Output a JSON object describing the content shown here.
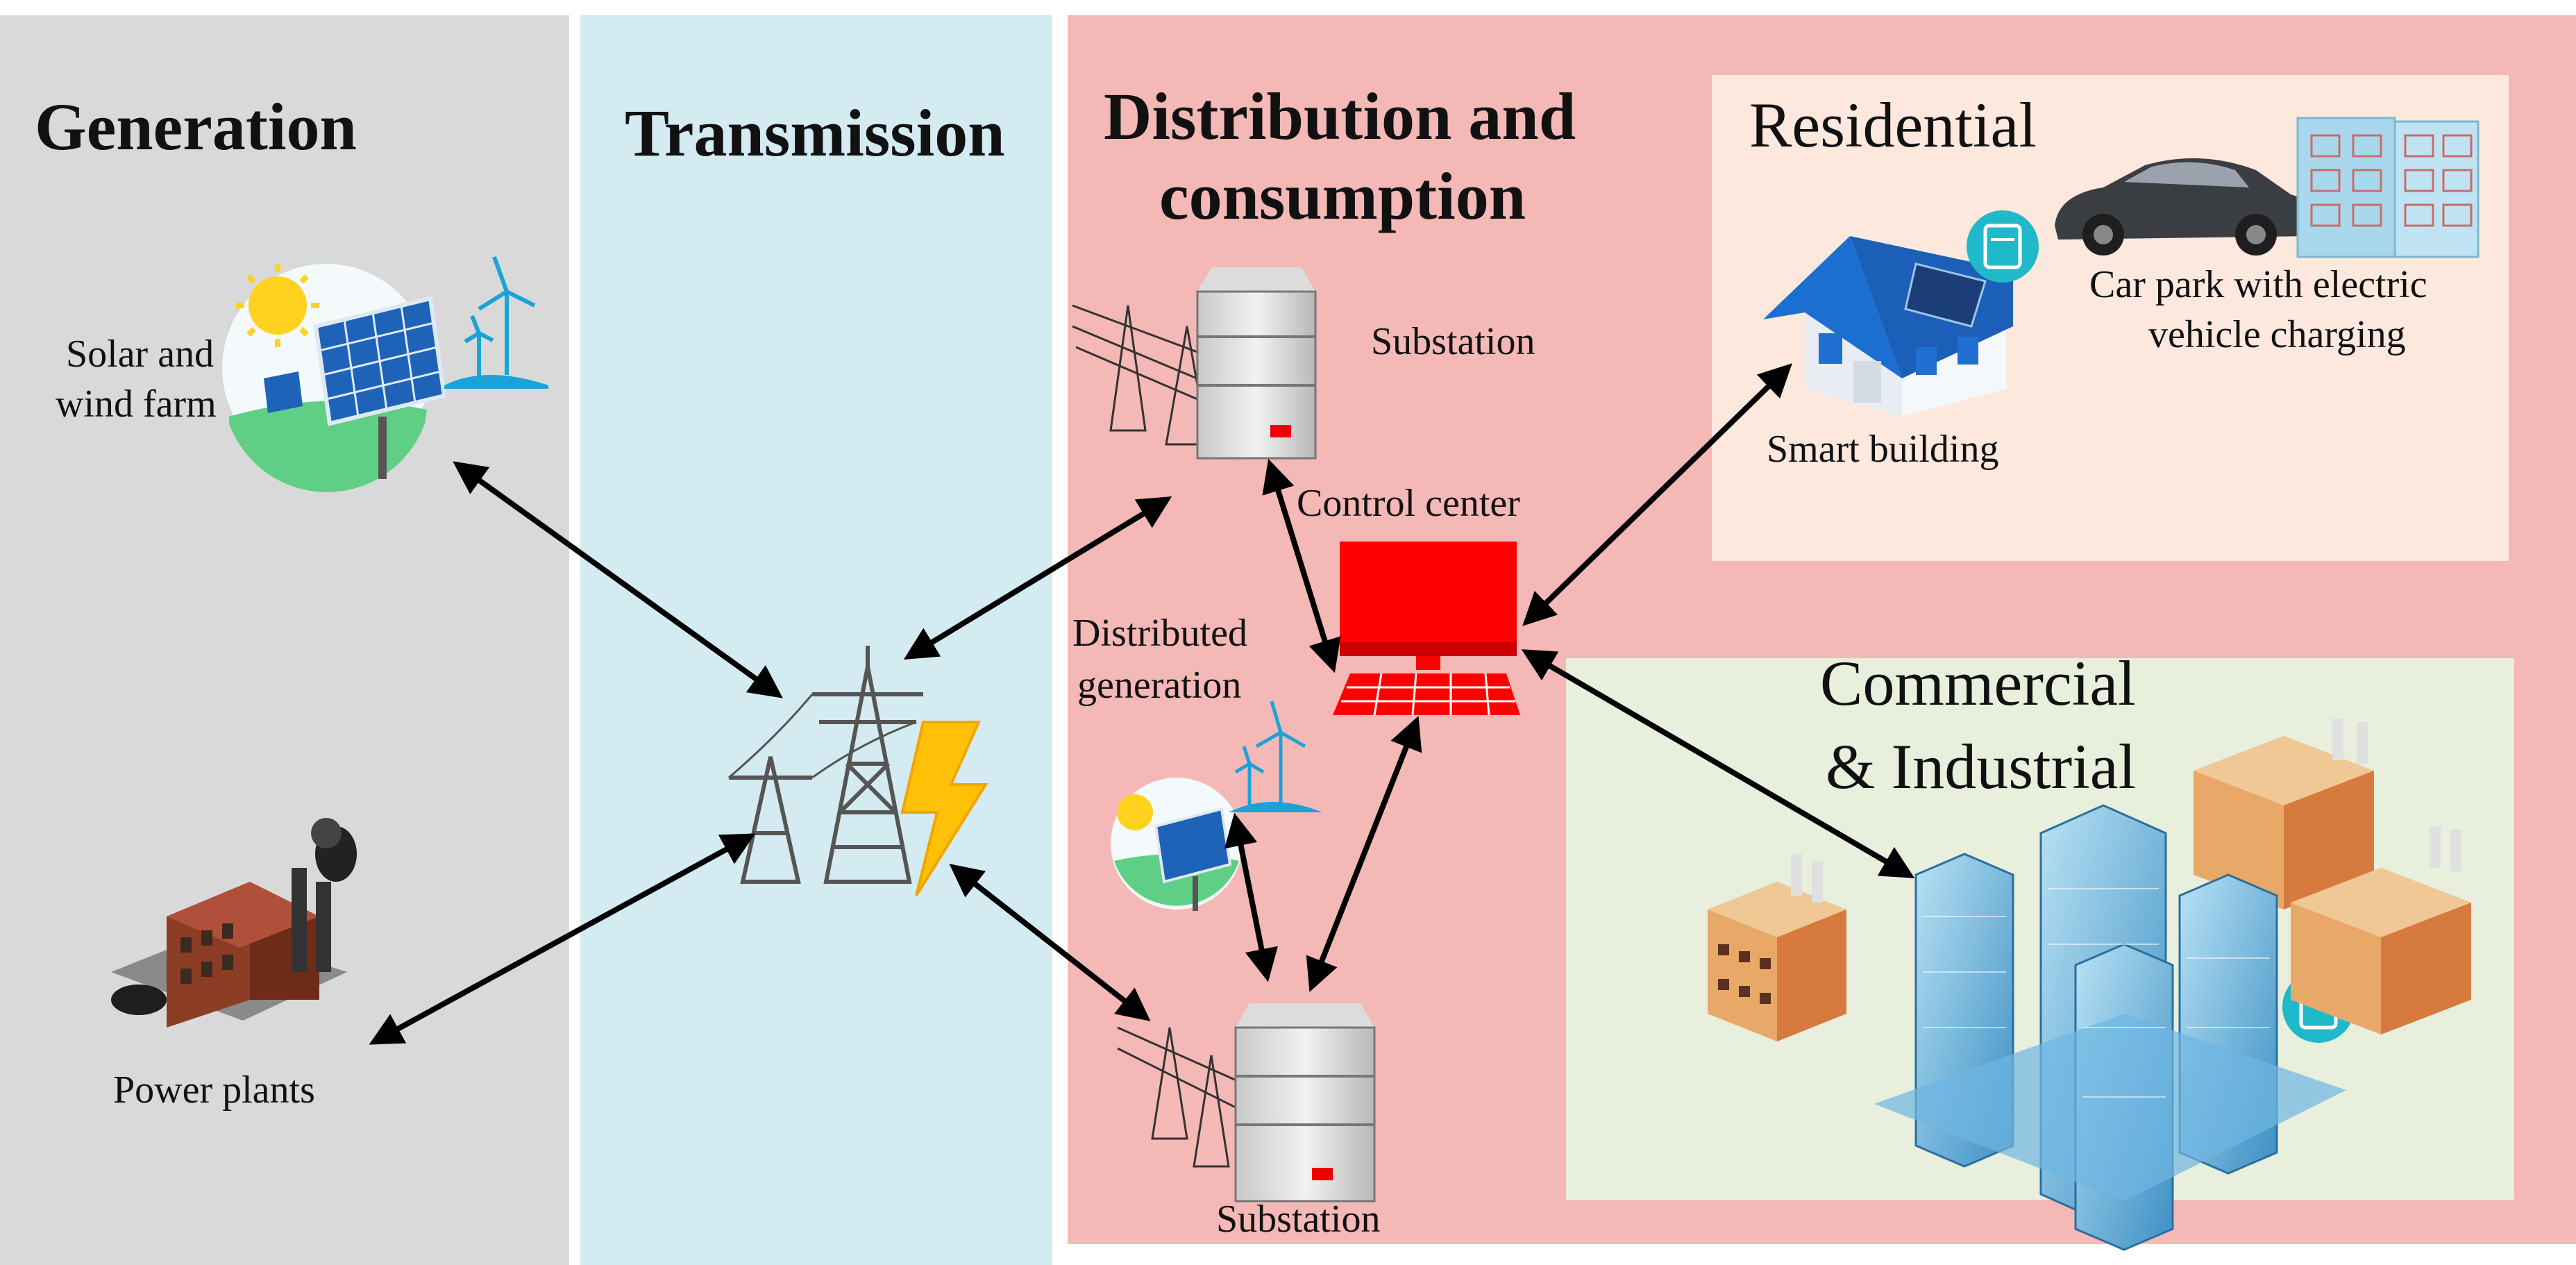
{
  "sections": {
    "generation": "Generation",
    "transmission": "Transmission",
    "distribution_line1": "Distribution and",
    "distribution_line2": "consumption"
  },
  "labels": {
    "solar_line1": "Solar and",
    "solar_line2": "wind farm",
    "power_plants": "Power plants",
    "substation_top": "Substation",
    "substation_bottom": "Substation",
    "control_center": "Control center",
    "distgen_line1": "Distributed",
    "distgen_line2": "generation",
    "residential": "Residential",
    "smart_building": "Smart building",
    "car_park_line1": "Car park with electric",
    "car_park_line2": "vehicle charging",
    "commercial_line1": "Commercial",
    "commercial_line2": "& Industrial"
  },
  "colors": {
    "generation_bg": "#d9d9d9",
    "transmission_bg": "#d3ebf1",
    "distribution_bg": "#f4b8b6",
    "residential_bg": "#fce8dc",
    "commercial_bg": "#e8efdc",
    "control_center": "#ff0000",
    "arrow": "#000000"
  },
  "icons": {
    "solar_wind": "solar-wind-farm-icon",
    "power_plant": "power-plant-icon",
    "transmission_tower": "transmission-tower-icon",
    "substation": "substation-server-icon",
    "control_center": "computer-icon",
    "smart_house": "smart-house-icon",
    "electric_car": "electric-car-icon",
    "smart_meter": "smart-meter-icon",
    "buildings": "buildings-icon",
    "factory": "factory-icon"
  }
}
